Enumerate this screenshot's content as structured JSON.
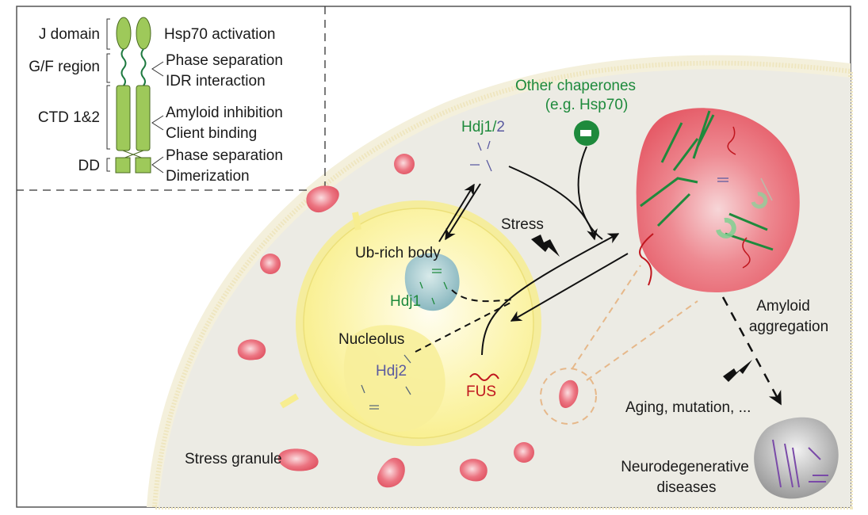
{
  "domain_legend": {
    "regions": [
      {
        "name": "J domain",
        "function": "Hsp70 activation"
      },
      {
        "name": "G/F region",
        "function_1": "Phase separation",
        "function_2": "IDR interaction"
      },
      {
        "name": "CTD 1&2",
        "function_1": "Amyloid inhibition",
        "function_2": "Client binding"
      },
      {
        "name": "DD",
        "function_1": "Phase separation",
        "function_2": "Dimerization"
      }
    ]
  },
  "cell": {
    "other_chaperones_line1": "Other chaperones",
    "other_chaperones_line2": "(e.g. Hsp70)",
    "hdj12_prefix": "Hdj1/",
    "hdj12_suffix": "2",
    "stress": "Stress",
    "ub_rich_body": "Ub-rich body",
    "hdj1": "Hdj1",
    "nucleolus": "Nucleolus",
    "hdj2": "Hdj2",
    "fus": "FUS",
    "stress_granule": "Stress granule",
    "amyloid_line1": "Amyloid",
    "amyloid_line2": "aggregation",
    "aging": "Aging, mutation, ...",
    "neuro_line1": "Neurodegenerative",
    "neuro_line2": "diseases"
  },
  "colors": {
    "domain_green": "#9ec95a",
    "linker_green": "#1e7a40",
    "chaperone_green": "#1e8a3c",
    "droplet_red": "#e05a68",
    "nucleus_yellow": "#fbf3a0",
    "ub_body_blue": "#9fc4c8",
    "cytoplasm": "#ecebe4",
    "fus_red": "#c0161e",
    "hdj2_blue": "#5a5aa0"
  }
}
